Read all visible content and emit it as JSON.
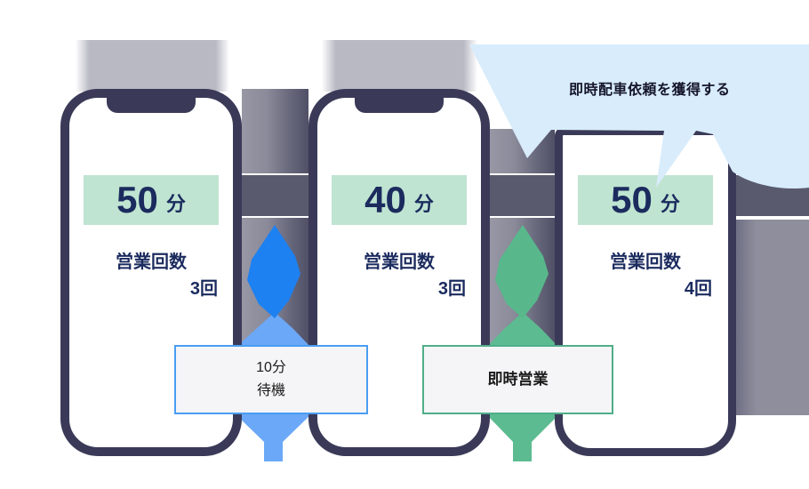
{
  "bubble": {
    "text": "即時配車依頼を獲得する"
  },
  "phones": [
    {
      "time_value": "50",
      "time_unit": "分",
      "sales_label": "営業回数",
      "sales_count": "3回"
    },
    {
      "time_value": "40",
      "time_unit": "分",
      "sales_label": "営業回数",
      "sales_count": "3回"
    },
    {
      "time_value": "50",
      "time_unit": "分",
      "sales_label": "営業回数",
      "sales_count": "4回"
    }
  ],
  "connectors": [
    {
      "type": "wait",
      "line1": "10分",
      "line2": "待機"
    },
    {
      "type": "instant",
      "label": "即時営業"
    }
  ],
  "colors": {
    "phone_frame": "#3a3a58",
    "time_box_bg": "#bfe4d1",
    "navy_text": "#1b2b5e",
    "bubble_bg": "#d8ecfb",
    "wait_arrow": "#1e81f1",
    "wait_arrow_light": "#6ba8f7",
    "instant_arrow": "#58b88c",
    "instant_arrow_light": "#5cbb90",
    "wait_box_border": "#4a9df2",
    "instant_box_border": "#4fae89"
  }
}
